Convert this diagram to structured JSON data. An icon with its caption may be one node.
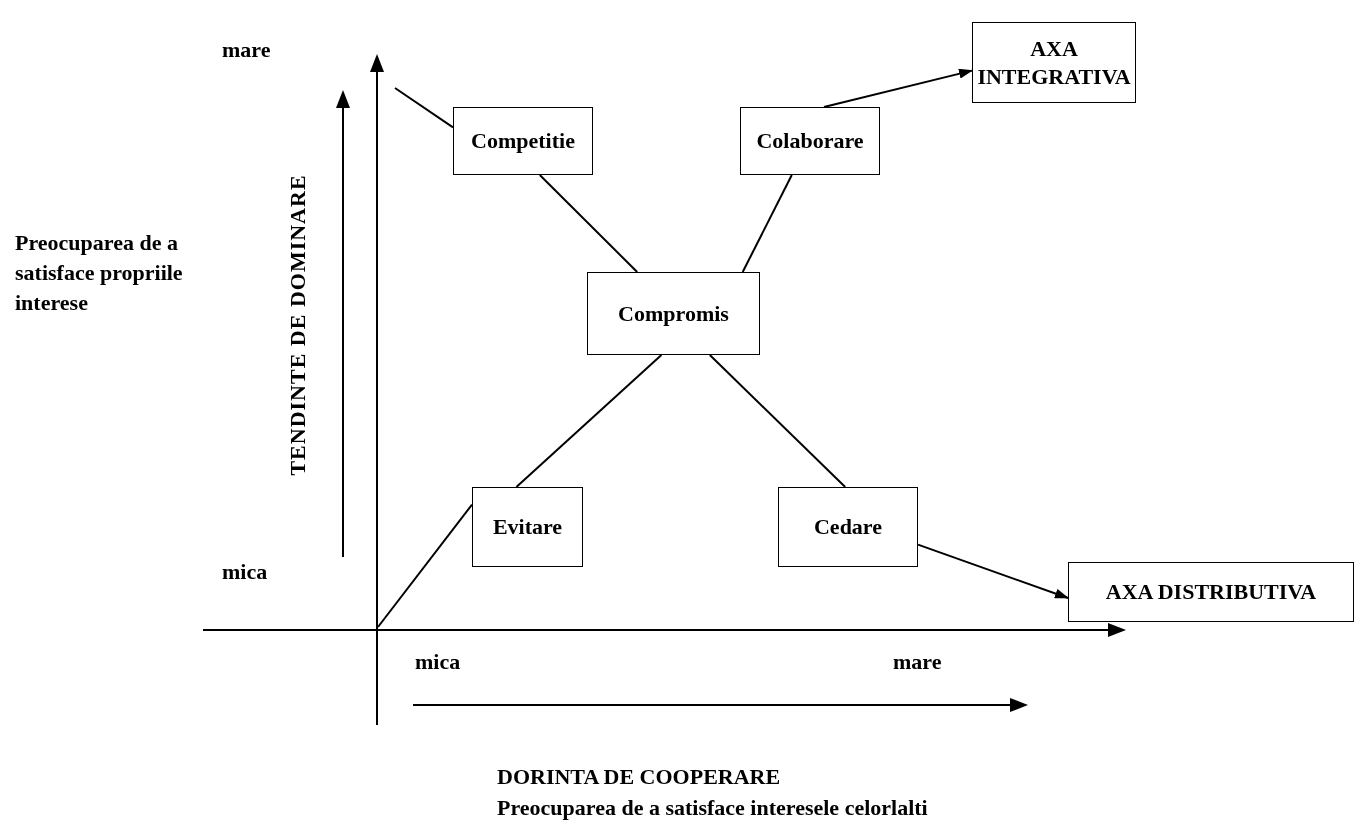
{
  "diagram": {
    "nodes": [
      {
        "text": [
          "Competitie"
        ]
      },
      {
        "text": [
          "Colaborare"
        ]
      },
      {
        "text": [
          "Compromis"
        ]
      },
      {
        "text": [
          "Evitare"
        ]
      },
      {
        "text": [
          "Cedare"
        ]
      },
      {
        "text": [
          "AXA INTEGRATIVA"
        ]
      },
      {
        "text": [
          "AXA DISTRIBUTIVA"
        ]
      }
    ],
    "edges": [
      {
        "from": null,
        "to": 0,
        "arrow": "none"
      },
      {
        "from": 0,
        "to": 2,
        "arrow": "none"
      },
      {
        "from": 2,
        "to": 1,
        "arrow": "none"
      },
      {
        "from": 1,
        "to": 5,
        "arrow": "to"
      },
      {
        "from": null,
        "to": 3,
        "arrow": "none"
      },
      {
        "from": 3,
        "to": 2,
        "arrow": "none"
      },
      {
        "from": 2,
        "to": 4,
        "arrow": "none"
      },
      {
        "from": 4,
        "to": 6,
        "arrow": "to"
      }
    ],
    "labels": [
      "mare",
      "Preocuparea de a satisface propriile interese",
      "TENDINTE DE DOMINARE",
      "mica",
      "mica",
      "mare",
      "DORINTA DE COOPERARE",
      "Preocuparea de a satisface interesele celorlalti"
    ]
  }
}
